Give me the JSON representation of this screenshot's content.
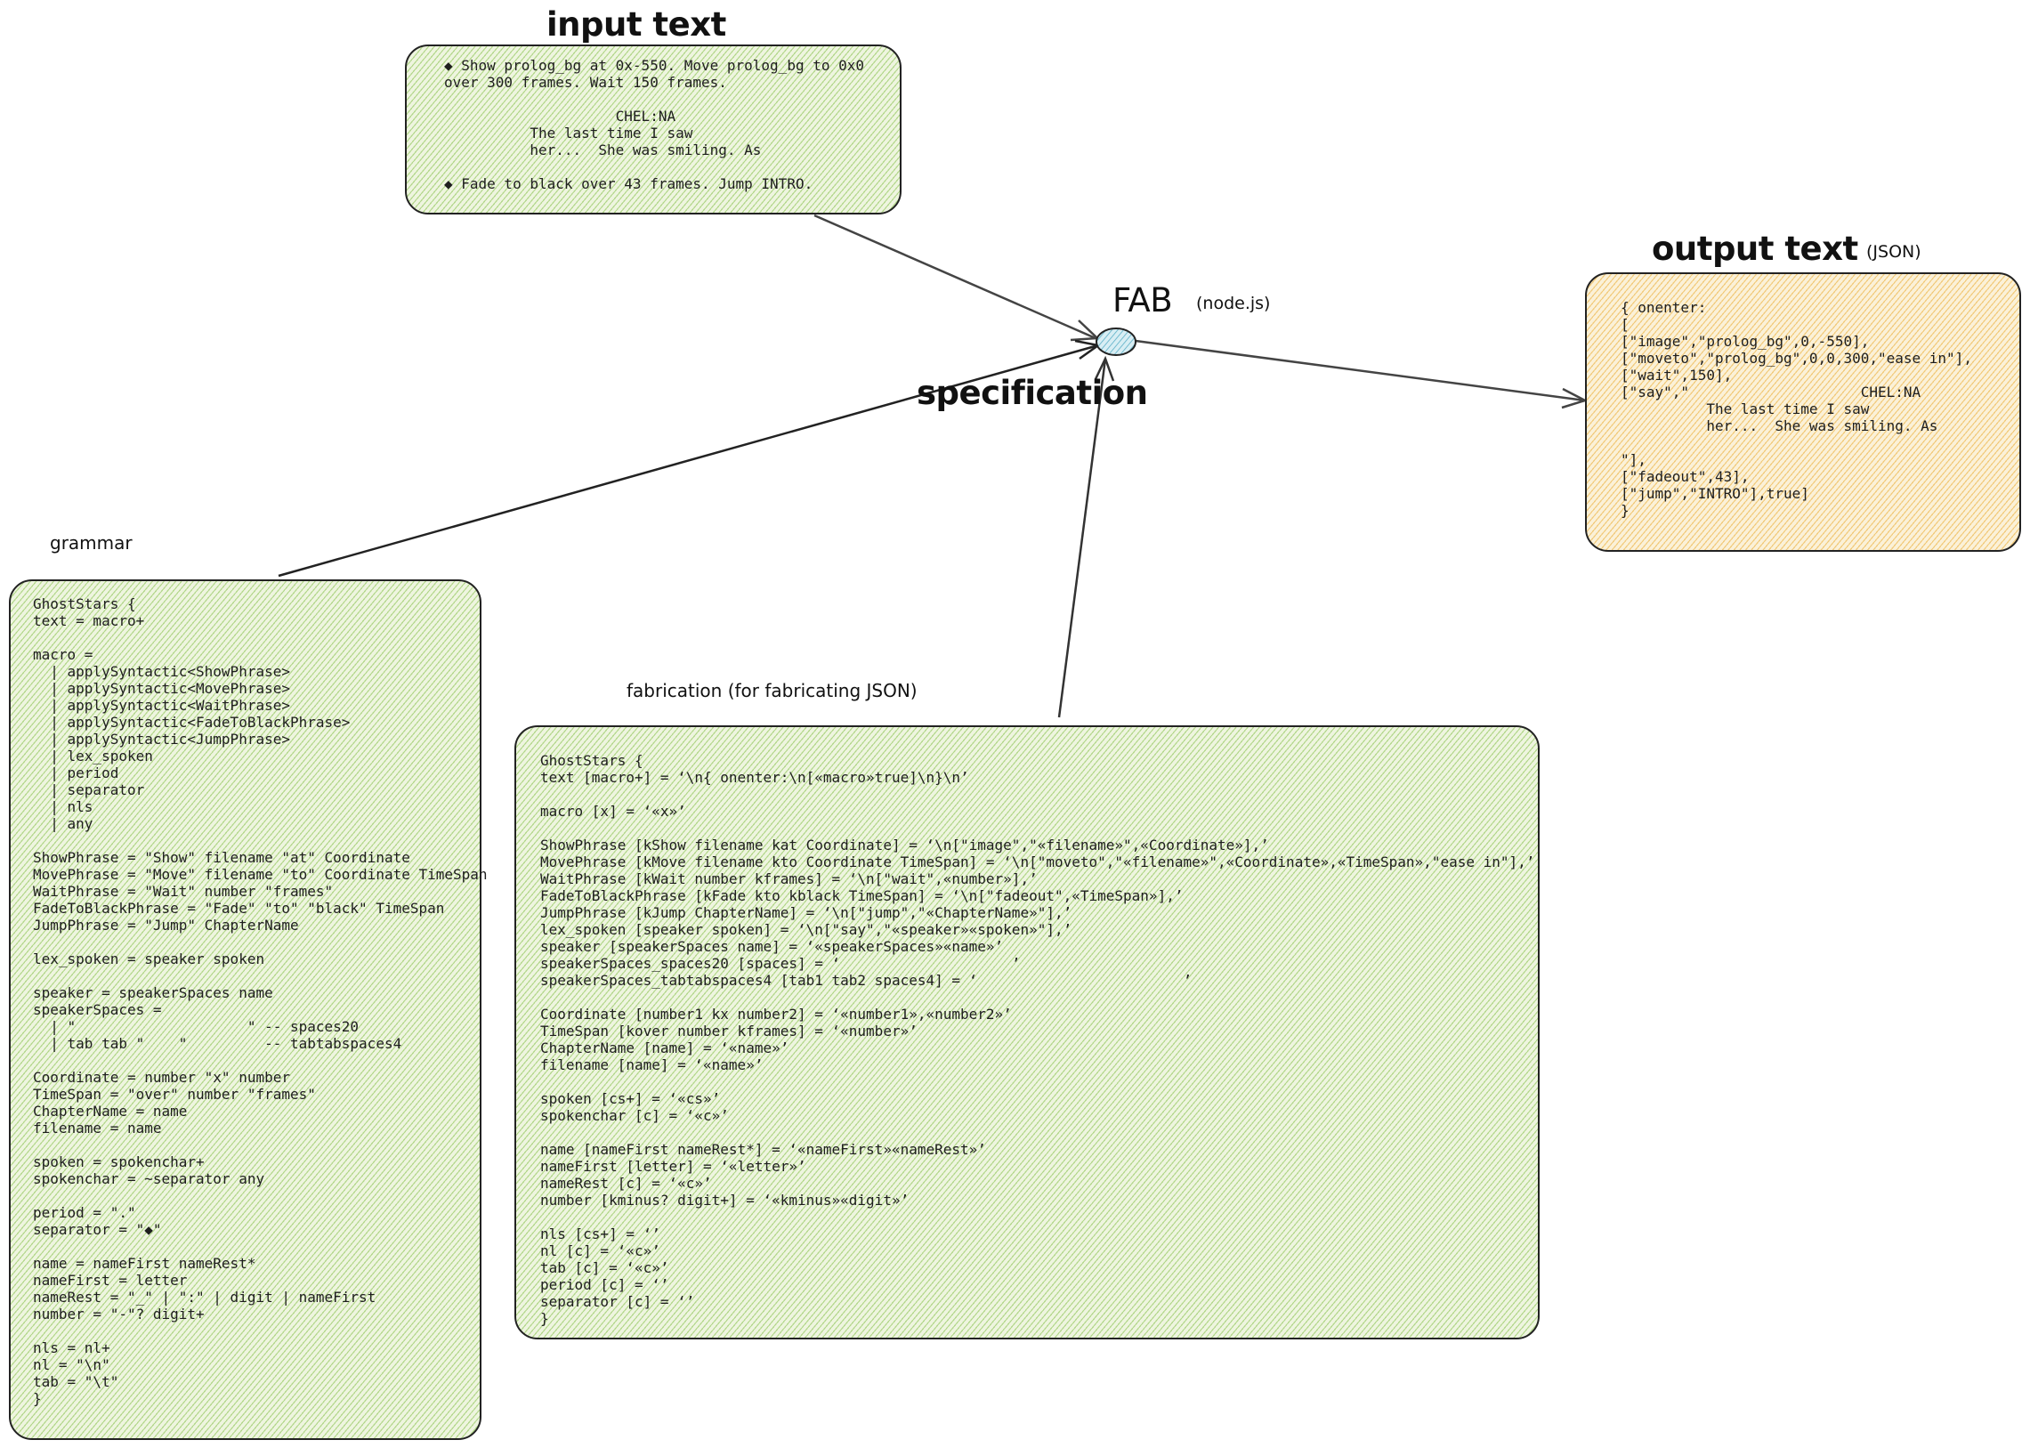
{
  "labels": {
    "input_title": "input text",
    "output_title": "output text",
    "output_suffix": "(JSON)",
    "fab_title": "FAB",
    "fab_suffix": "(node.js)",
    "specification": "specification",
    "grammar": "grammar",
    "fabrication": "fabrication (for fabricating JSON)"
  },
  "input_text": "◆ Show prolog_bg at 0x-550. Move prolog_bg to 0x0\nover 300 frames. Wait 150 frames.\n\n                    CHEL:NA\n          The last time I saw\n          her...  She was smiling. As\n\n◆ Fade to black over 43 frames. Jump INTRO.",
  "output_text": "{ onenter:\n[\n[\"image\",\"prolog_bg\",0,-550],\n[\"moveto\",\"prolog_bg\",0,0,300,\"ease in\"],\n[\"wait\",150],\n[\"say\",\"                    CHEL:NA\n          The last time I saw\n          her...  She was smiling. As\n\n\"],\n[\"fadeout\",43],\n[\"jump\",\"INTRO\"],true]\n}",
  "grammar_text": "GhostStars {\ntext = macro+\n\nmacro =\n  | applySyntactic<ShowPhrase>\n  | applySyntactic<MovePhrase>\n  | applySyntactic<WaitPhrase>\n  | applySyntactic<FadeToBlackPhrase>\n  | applySyntactic<JumpPhrase>\n  | lex_spoken\n  | period\n  | separator\n  | nls\n  | any\n\nShowPhrase = \"Show\" filename \"at\" Coordinate\nMovePhrase = \"Move\" filename \"to\" Coordinate TimeSpan\nWaitPhrase = \"Wait\" number \"frames\"\nFadeToBlackPhrase = \"Fade\" \"to\" \"black\" TimeSpan\nJumpPhrase = \"Jump\" ChapterName\n\nlex_spoken = speaker spoken\n\nspeaker = speakerSpaces name\nspeakerSpaces =\n  | \"                    \" -- spaces20\n  | tab tab \"    \"         -- tabtabspaces4\n\nCoordinate = number \"x\" number\nTimeSpan = \"over\" number \"frames\"\nChapterName = name\nfilename = name\n\nspoken = spokenchar+\nspokenchar = ~separator any\n\nperiod = \".\"\nseparator = \"◆\"\n\nname = nameFirst nameRest*\nnameFirst = letter\nnameRest = \"_\" | \":\" | digit | nameFirst\nnumber = \"-\"? digit+\n\nnls = nl+\nnl = \"\\n\"\ntab = \"\\t\"\n}",
  "fabrication_text": "GhostStars {\ntext [macro+] = ‘\\n{ onenter:\\n[«macro»true]\\n}\\n’\n\nmacro [x] = ‘«x»’\n\nShowPhrase [kShow filename kat Coordinate] = ‘\\n[\"image\",\"«filename»\",«Coordinate»],’\nMovePhrase [kMove filename kto Coordinate TimeSpan] = ‘\\n[\"moveto\",\"«filename»\",«Coordinate»,«TimeSpan»,\"ease in\"],’\nWaitPhrase [kWait number kframes] = ‘\\n[\"wait\",«number»],’\nFadeToBlackPhrase [kFade kto kblack TimeSpan] = ‘\\n[\"fadeout\",«TimeSpan»],’\nJumpPhrase [kJump ChapterName] = ‘\\n[\"jump\",\"«ChapterName»\"],’\nlex_spoken [speaker spoken] = ‘\\n[\"say\",\"«speaker»«spoken»\"],’\nspeaker [speakerSpaces name] = ‘«speakerSpaces»«name»’\nspeakerSpaces_spaces20 [spaces] = ‘                    ’\nspeakerSpaces_tabtabspaces4 [tab1 tab2 spaces4] = ‘                        ’\n\nCoordinate [number1 kx number2] = ‘«number1»,«number2»’\nTimeSpan [kover number kframes] = ‘«number»’\nChapterName [name] = ‘«name»’\nfilename [name] = ‘«name»’\n\nspoken [cs+] = ‘«cs»’\nspokenchar [c] = ‘«c»’\n\nname [nameFirst nameRest*] = ‘«nameFirst»«nameRest»’\nnameFirst [letter] = ‘«letter»’\nnameRest [c] = ‘«c»’\nnumber [kminus? digit+] = ‘«kminus»«digit»’\n\nnls [cs+] = ‘’\nnl [c] = ‘«c»’\ntab [c] = ‘«c»’\nperiod [c] = ‘’\nseparator [c] = ‘’\n}",
  "colors": {
    "green_fill": "#eef5df",
    "green_hatch": "#82be46",
    "orange_fill": "#fbf1d8",
    "orange_hatch": "#ebaf3c",
    "node_fill": "#a5d8e6",
    "stroke": "#222222"
  }
}
